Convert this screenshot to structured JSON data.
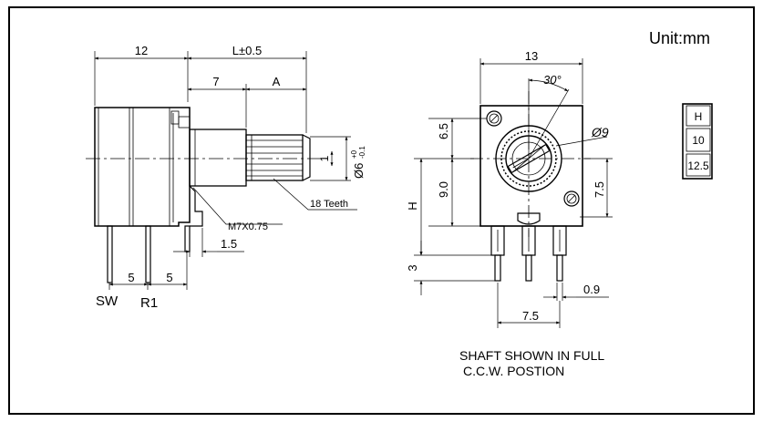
{
  "unit_label": "Unit:mm",
  "table": {
    "header": "H",
    "values": [
      "10",
      "12.5"
    ]
  },
  "side_view": {
    "dim_body": "12",
    "dim_length": "L±0.5",
    "dim_seven": "7",
    "dim_a": "A",
    "dim_thread_gap": "1.5",
    "dim_pin_pitch_left": "5",
    "dim_pin_pitch_right": "5",
    "dim_flat": "1",
    "dim_shaft_dia": "Ø6",
    "dim_shaft_tol_upper": "+0",
    "dim_shaft_tol_lower": "-0.1",
    "label_teeth": "18 Teeth",
    "label_thread": "M7X0.75",
    "label_sw": "SW",
    "label_r1": "R1"
  },
  "front_view": {
    "dim_width": "13",
    "dim_angle": "30°",
    "dim_knob_dia": "Ø9",
    "dim_top": "6.5",
    "dim_middle": "9.0",
    "dim_right": "7.5",
    "dim_h": "H",
    "dim_pin_len": "3",
    "dim_pin_w": "0.9",
    "dim_pin_span": "7.5"
  },
  "note_line1": "SHAFT SHOWN IN FULL",
  "note_line2": "C.C.W. POSTION"
}
